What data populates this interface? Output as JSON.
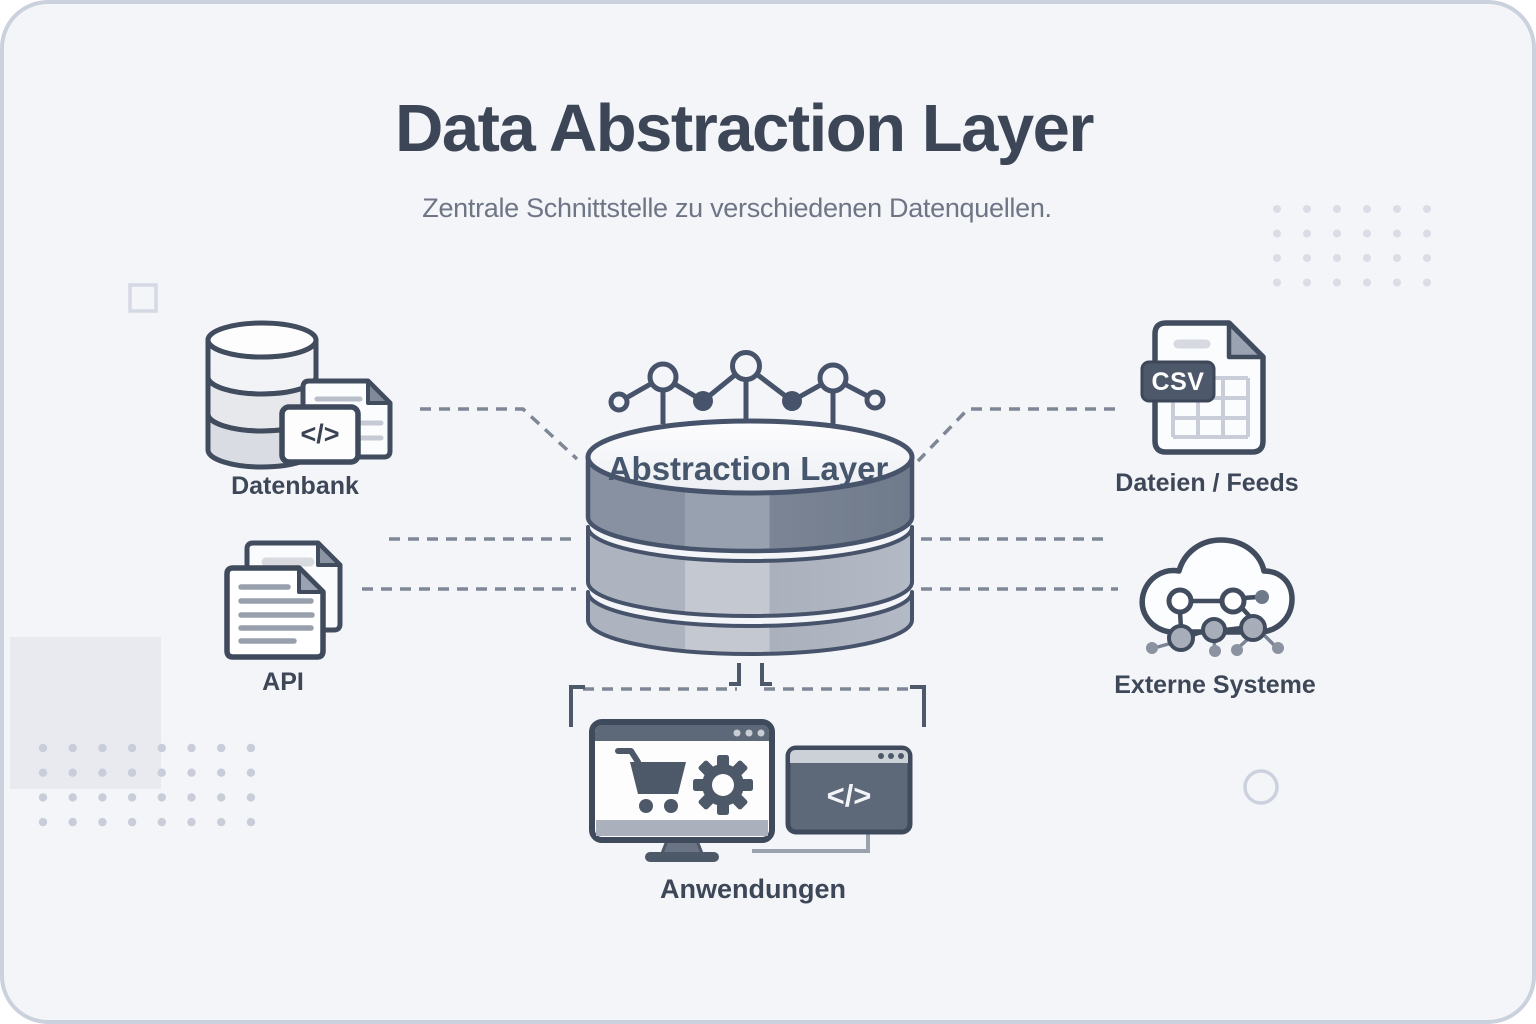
{
  "title": "Data Abstraction Layer",
  "subtitle": "Zentrale Schnittstelle zu verschiedenen Datenquellen.",
  "center": {
    "label": "Abstraction Layer"
  },
  "sources": [
    {
      "id": "datenbank",
      "label": "Datenbank"
    },
    {
      "id": "api",
      "label": "API"
    },
    {
      "id": "dateien-feeds",
      "label": "Dateien / Feeds"
    },
    {
      "id": "externe-systeme",
      "label": "Externe Systeme"
    }
  ],
  "consumers": {
    "label": "Anwendungen"
  },
  "glyphs": {
    "csv": "CSV",
    "code": "</>"
  },
  "icons": {
    "datenbank": "database-with-code-file-icon",
    "api": "stacked-documents-icon",
    "dateien_feeds": "csv-file-icon",
    "externe_systeme": "cloud-network-icon",
    "anwendungen": "monitor-cart-gear-and-code-window-icon",
    "center_top": "network-nodes-icon"
  },
  "colors": {
    "card_background": "#f4f5f9",
    "outline_dark": "#414c5e",
    "fill_dark": "#4d5868",
    "band_dark": "#8791a1",
    "band_light": "#b4bac5",
    "dash_line": "#7e8795",
    "title_text": "#3c4656",
    "subtitle_text": "#6e7686",
    "decor_dot": "#ccd0dc"
  }
}
